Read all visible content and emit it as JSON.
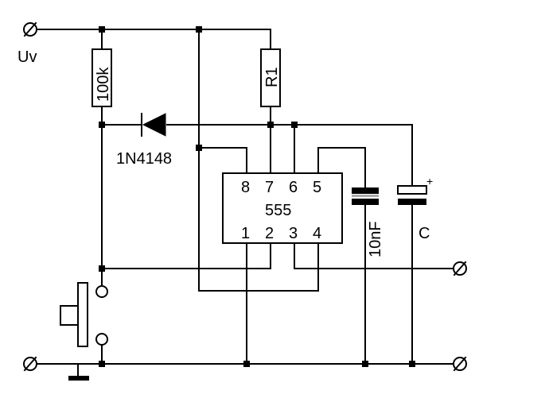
{
  "labels": {
    "supply": "Uv",
    "resistor_pullup": "100k",
    "resistor_r1": "R1",
    "diode": "1N4148",
    "chip": "555",
    "cap_small": "10nF",
    "cap_timing": "C",
    "cap_timing_polarity": "+"
  },
  "ic_pins": {
    "top": [
      "8",
      "7",
      "6",
      "5"
    ],
    "bottom": [
      "1",
      "2",
      "3",
      "4"
    ]
  },
  "terminal_glyph": "∅"
}
